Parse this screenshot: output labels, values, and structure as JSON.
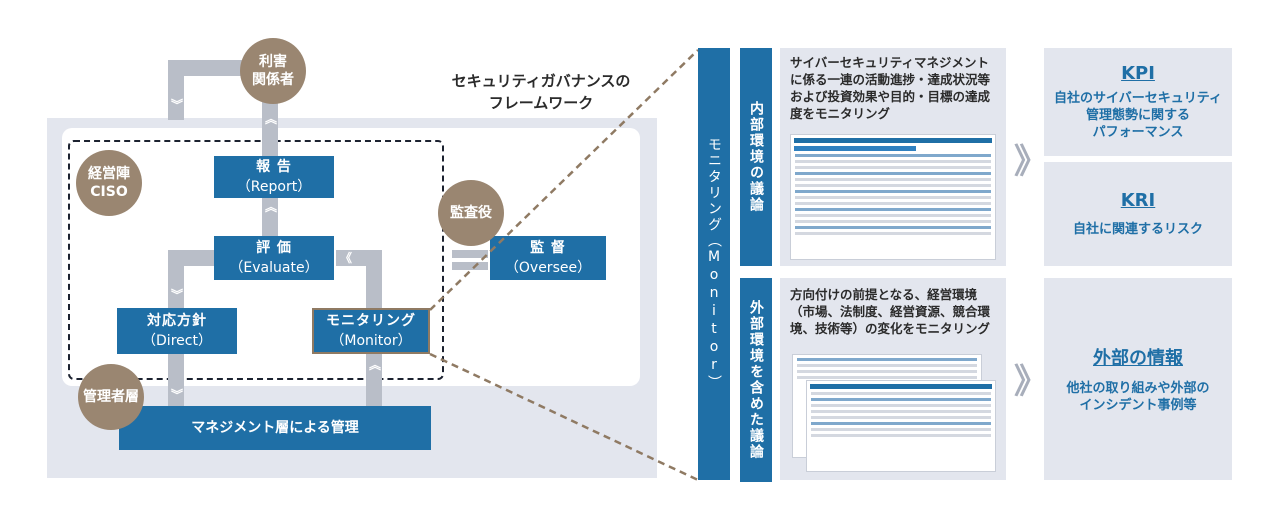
{
  "framework_title": [
    "セキュリティガバナンスの",
    "フレームワーク"
  ],
  "roles": {
    "stakeholders": [
      "利害",
      "関係者"
    ],
    "ciso": [
      "経営陣",
      "CISO"
    ],
    "auditor": "監査役",
    "managers": "管理者層"
  },
  "boxes": {
    "report": {
      "jp": "報 告",
      "en": "（Report）"
    },
    "evaluate": {
      "jp": "評 価",
      "en": "（Evaluate）"
    },
    "oversee": {
      "jp": "監 督",
      "en": "（Oversee）"
    },
    "direct": {
      "jp": "対応方針",
      "en": "（Direct）"
    },
    "monitor": {
      "jp": "モニタリング",
      "en": "（Monitor）"
    },
    "management": "マネジメント層による管理"
  },
  "monitor_column": "モニタリング（Monitor）",
  "internal": {
    "label": "内部環境の議論",
    "text": "サイバーセキュリティマネジメントに係る一連の活動進捗・達成状況等および投資効果や目的・目標の達成度をモニタリング"
  },
  "external": {
    "label": "外部環境を含めた議論",
    "text": "方向付けの前提となる、経営環境（市場、法制度、経営資源、競合環境、技術等）の変化をモニタリング"
  },
  "right": {
    "kpi": {
      "title": "KPI",
      "desc": [
        "自社のサイバーセキュリティ",
        "管理態勢に関する",
        "パフォーマンス"
      ]
    },
    "kri": {
      "title": "KRI",
      "desc": [
        "自社に関連するリスク"
      ]
    },
    "external_info": {
      "title": "外部の情報",
      "desc": [
        "他社の取り組みや外部の",
        "インシデント事例等"
      ]
    }
  },
  "colors": {
    "accent": "#1f6fa6",
    "role": "#9a8671",
    "panel": "#e3e6ee",
    "arrow": "#b9bec8"
  }
}
